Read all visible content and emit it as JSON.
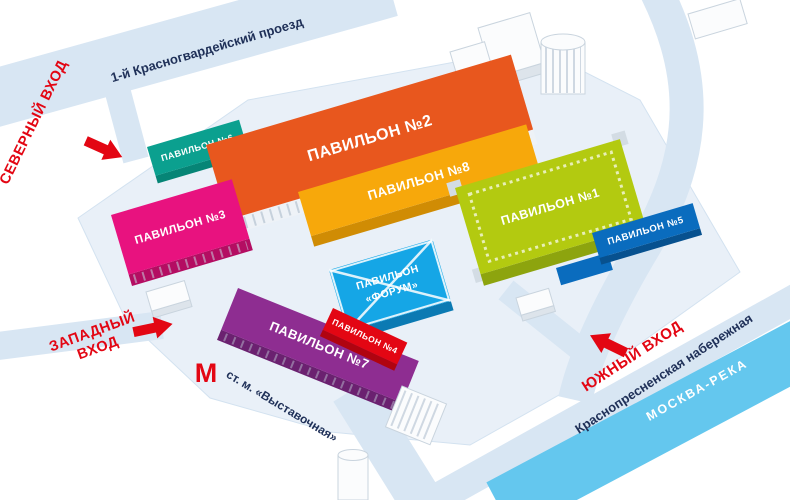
{
  "streets": {
    "north_street": "1-й Красногвардейский проезд",
    "embankment": "Краснопресненская набережная",
    "river": "МОСКВА-РЕКА",
    "metro_station": "ст. м. «Выставочная»",
    "metro_symbol": "М"
  },
  "entrances": {
    "north": "СЕВЕРНЫЙ ВХОД",
    "west_line1": "ЗАПАДНЫЙ",
    "west_line2": "ВХОД",
    "south": "ЮЖНЫЙ ВХОД"
  },
  "pavilions": {
    "p1": {
      "label": "ПАВИЛЬОН №1",
      "color": "#b3ca10",
      "side": "#8da40e"
    },
    "p2": {
      "label": "ПАВИЛЬОН №2",
      "color": "#e8571e",
      "side": "#eef2f7"
    },
    "p3": {
      "label": "ПАВИЛЬОН №3",
      "color": "#e8127f",
      "side": "#b40d62"
    },
    "p4": {
      "label": "ПАВИЛЬОН №4",
      "color": "#e30613",
      "side": "#b00410"
    },
    "p5": {
      "label": "ПАВИЛЬОН №5",
      "color": "#0a6cbe",
      "side": "#07518f"
    },
    "p6": {
      "label": "ПАВИЛЬОН №6",
      "color": "#0ba08f",
      "side": "#068576"
    },
    "p7": {
      "label": "ПАВИЛЬОН №7",
      "color": "#8e2d91",
      "side": "#6b2170"
    },
    "p8": {
      "label": "ПАВИЛЬОН №8",
      "color": "#f7a80b",
      "side": "#d08c04"
    },
    "forum": {
      "label_line1": "ПАВИЛЬОН",
      "label_line2": "«ФОРУМ»",
      "color": "#15a6e6",
      "side": "#0b7ab3"
    }
  },
  "colors": {
    "accent_red": "#e30613",
    "road": "#d8e6f3",
    "river": "#64c7ee",
    "platform": "#e9f0f8",
    "navy_text": "#1f3058"
  }
}
